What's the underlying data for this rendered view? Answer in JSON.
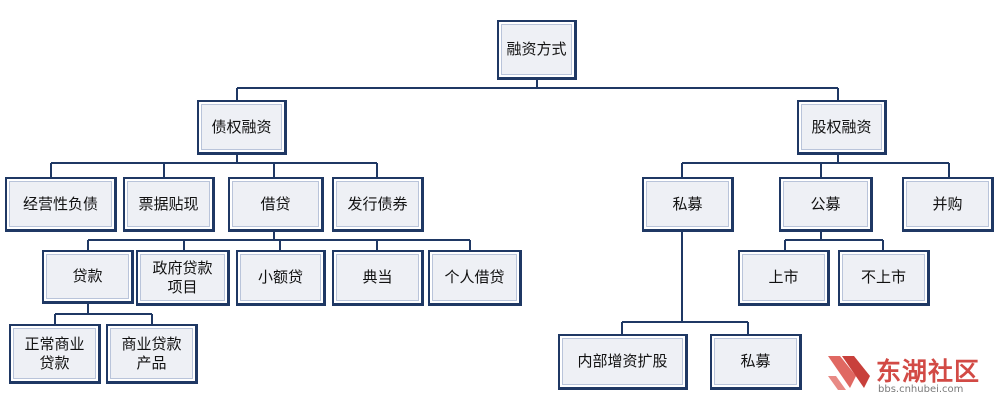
{
  "nodes": {
    "root": "融资方式",
    "debt": "债权融资",
    "equity": "股权融资",
    "operating_liabilities": "经营性负债",
    "bill_discount": "票据贴现",
    "borrowing": "借贷",
    "bond_issue": "发行债券",
    "private_placement": "私募",
    "public_offering": "公募",
    "mna": "并购",
    "loan": "贷款",
    "gov_loan_project": "政府贷款\n项目",
    "micro_loan": "小额贷",
    "pawn": "典当",
    "personal_loan": "个人借贷",
    "listed": "上市",
    "unlisted": "不上市",
    "normal_commercial_loan": "正常商业\n贷款",
    "commercial_loan_product": "商业贷款\n产品",
    "internal_capital_increase": "内部增资扩股",
    "private_placement_2": "私募"
  },
  "watermark": {
    "name": "东湖社区",
    "url": "bbs.cnhubei.com"
  },
  "colors": {
    "border": "#1f3864",
    "fill": "#eef0f5",
    "line": "#1f3864",
    "watermark": "#d24a45"
  }
}
